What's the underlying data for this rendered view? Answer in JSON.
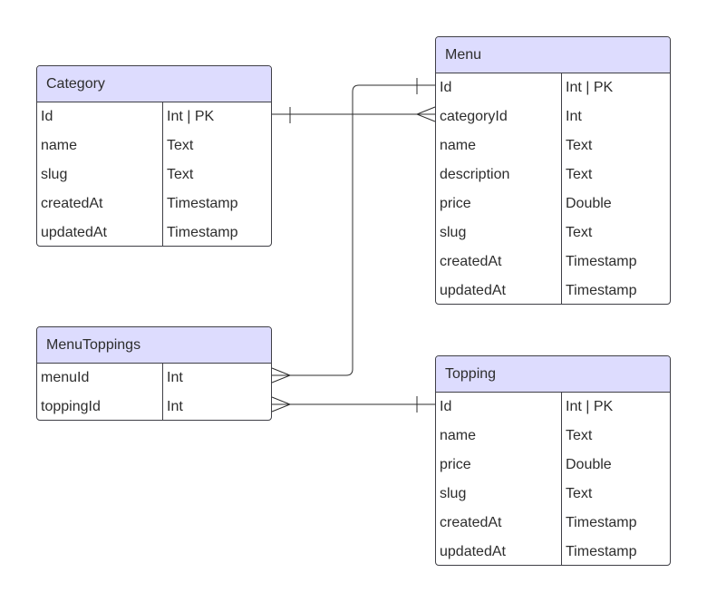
{
  "entities": {
    "category": {
      "title": "Category",
      "fields": [
        {
          "name": "Id",
          "type": "Int | PK"
        },
        {
          "name": "name",
          "type": "Text"
        },
        {
          "name": "slug",
          "type": "Text"
        },
        {
          "name": "createdAt",
          "type": "Timestamp"
        },
        {
          "name": "updatedAt",
          "type": "Timestamp"
        }
      ]
    },
    "menu": {
      "title": "Menu",
      "fields": [
        {
          "name": "Id",
          "type": "Int | PK"
        },
        {
          "name": "categoryId",
          "type": "Int"
        },
        {
          "name": "name",
          "type": "Text"
        },
        {
          "name": "description",
          "type": "Text"
        },
        {
          "name": "price",
          "type": "Double"
        },
        {
          "name": "slug",
          "type": "Text"
        },
        {
          "name": "createdAt",
          "type": "Timestamp"
        },
        {
          "name": "updatedAt",
          "type": "Timestamp"
        }
      ]
    },
    "menutoppings": {
      "title": "MenuToppings",
      "fields": [
        {
          "name": "menuId",
          "type": "Int"
        },
        {
          "name": "toppingId",
          "type": "Int"
        }
      ]
    },
    "topping": {
      "title": "Topping",
      "fields": [
        {
          "name": "Id",
          "type": "Int | PK"
        },
        {
          "name": "name",
          "type": "Text"
        },
        {
          "name": "price",
          "type": "Double"
        },
        {
          "name": "slug",
          "type": "Text"
        },
        {
          "name": "createdAt",
          "type": "Timestamp"
        },
        {
          "name": "updatedAt",
          "type": "Timestamp"
        }
      ]
    }
  },
  "relationships": [
    {
      "from": "Category.Id",
      "to": "Menu.categoryId",
      "cardinality": "one-to-many"
    },
    {
      "from": "Menu.Id",
      "to": "MenuToppings.menuId",
      "cardinality": "one-to-many"
    },
    {
      "from": "Topping.Id",
      "to": "MenuToppings.toppingId",
      "cardinality": "one-to-many"
    }
  ],
  "colors": {
    "header_fill": "#dddcfe",
    "border": "#3f3f46",
    "line": "#2d2d2d",
    "text": "#2d2d2d"
  }
}
